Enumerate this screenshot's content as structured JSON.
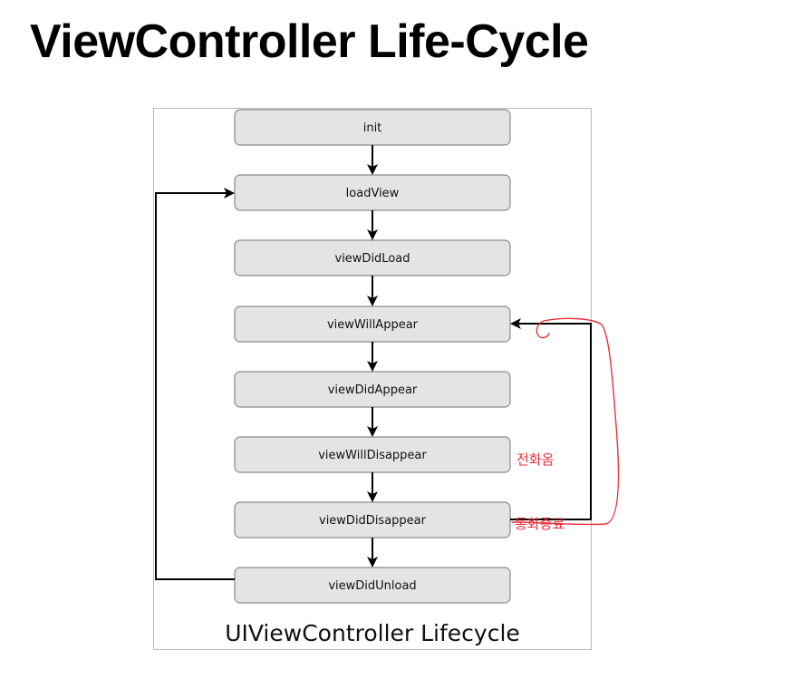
{
  "title": "ViewController Life-Cycle",
  "diagram": {
    "caption": "UIViewController Lifecycle",
    "steps": [
      {
        "label": "init"
      },
      {
        "label": "loadView"
      },
      {
        "label": "viewDidLoad"
      },
      {
        "label": "viewWillAppear"
      },
      {
        "label": "viewDidAppear"
      },
      {
        "label": "viewWillDisappear"
      },
      {
        "label": "viewDidDisappear"
      },
      {
        "label": "viewDidUnload"
      }
    ],
    "annotations": {
      "call_incoming": "전화옴",
      "call_ended": "통화종료"
    },
    "colors": {
      "box_fill": "#e4e4e4",
      "box_stroke": "#8a8a8a",
      "arrow": "#000000",
      "annotation": "#e8303a"
    }
  }
}
